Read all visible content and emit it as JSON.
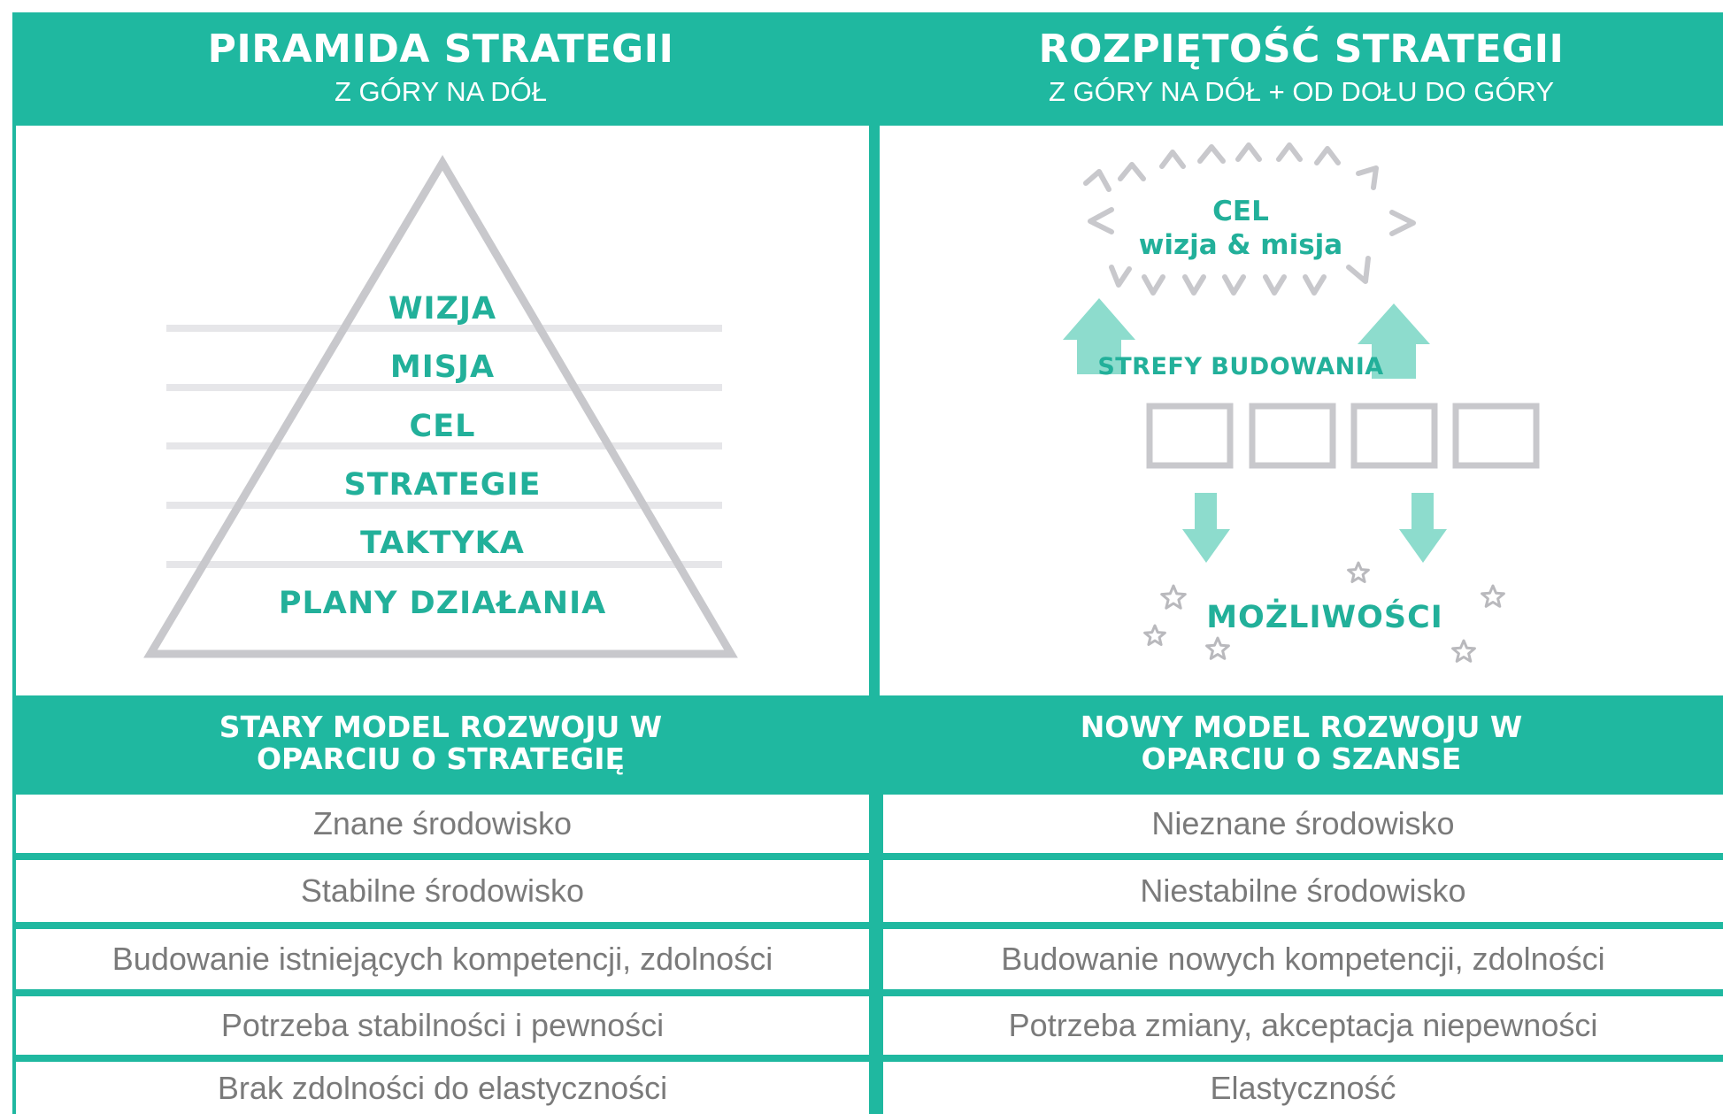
{
  "left": {
    "title": "PIRAMIDA STRATEGII",
    "subtitle": "Z GÓRY NA DÓŁ",
    "pyramid_levels": [
      "WIZJA",
      "MISJA",
      "CEL",
      "STRATEGIE",
      "TAKTYKA",
      "PLANY DZIAŁANIA"
    ],
    "model_line1": "STARY MODEL ROZWOJU W",
    "model_line2": "OPARCIU O STRATEGIĘ",
    "rows": [
      "Znane środowisko",
      "Stabilne środowisko",
      "Budowanie istniejących kompetencji, zdolności",
      "Potrzeba stabilności i pewności",
      "Brak zdolności do elastyczności"
    ]
  },
  "right": {
    "title": "ROZPIĘTOŚĆ STRATEGII",
    "subtitle": "Z GÓRY NA DÓŁ + OD DOŁU DO GÓRY",
    "goal_label": "CEL",
    "goal_sub": "wizja & misja",
    "zones_label": "STREFY BUDOWANIA",
    "opportunities_label": "MOŻLIWOŚCI",
    "model_line1": "NOWY MODEL ROZWOJU W",
    "model_line2": "OPARCIU O SZANSE",
    "rows": [
      "Nieznane środowisko",
      "Niestabilne środowisko",
      "Budowanie nowych kompetencji, zdolności",
      "Potrzeba zmiany, akceptacja niepewności",
      "Elastyczność"
    ]
  },
  "colors": {
    "teal": "#1fb8a0",
    "teal_text": "#22b09a",
    "arrow": "#8ddccd",
    "gray": "#c8c8cc",
    "text_gray": "#7a7a7a"
  }
}
